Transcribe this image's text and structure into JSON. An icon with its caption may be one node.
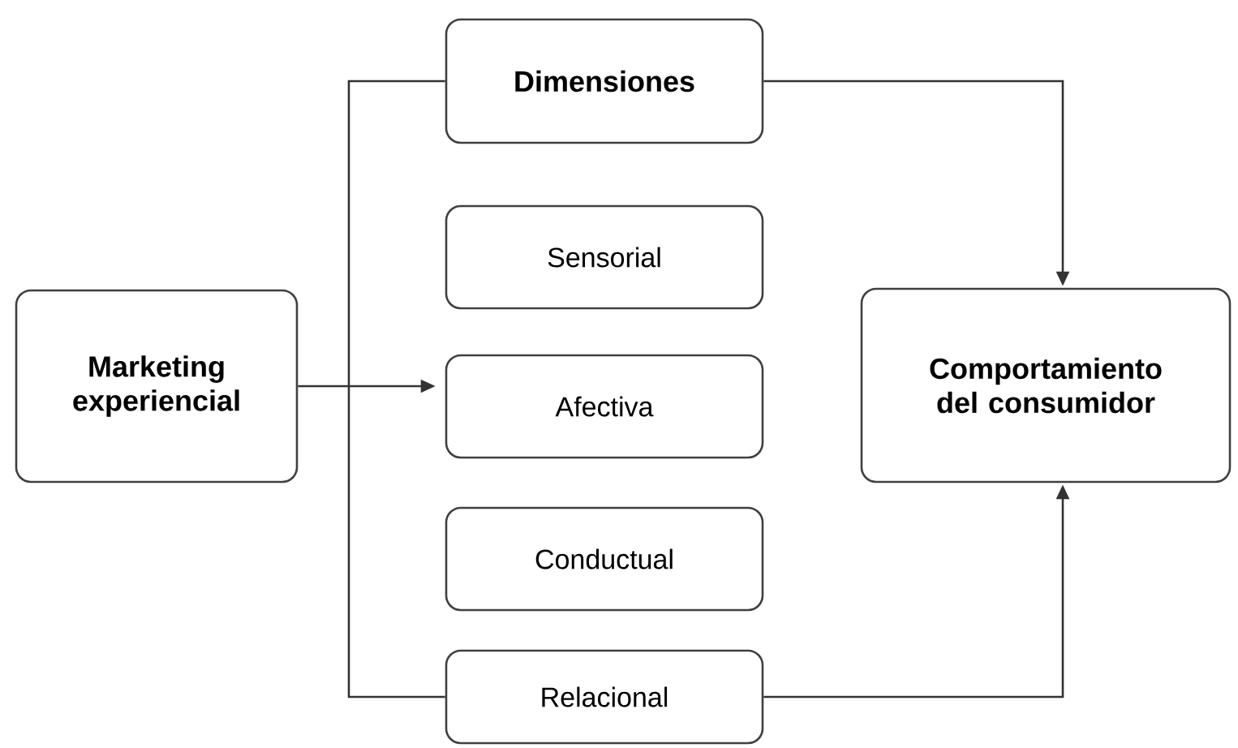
{
  "diagram": {
    "nodes": [
      {
        "text": [
          "Marketing experiencial"
        ]
      },
      {
        "text": [
          "Dimensiones"
        ]
      },
      {
        "text": [
          "Sensorial"
        ]
      },
      {
        "text": [
          "Afectiva"
        ]
      },
      {
        "text": [
          "Conductual"
        ]
      },
      {
        "text": [
          "Relacional"
        ]
      },
      {
        "text": [
          "Comportamiento del consumidor"
        ]
      }
    ],
    "edges": [
      {
        "from": 0,
        "to": 3,
        "arrow": "to"
      },
      {
        "from": 1,
        "to": 5,
        "arrow": "none"
      },
      {
        "from": 1,
        "to": 6,
        "arrow": "to"
      },
      {
        "from": 5,
        "to": 6,
        "arrow": "to"
      }
    ]
  }
}
